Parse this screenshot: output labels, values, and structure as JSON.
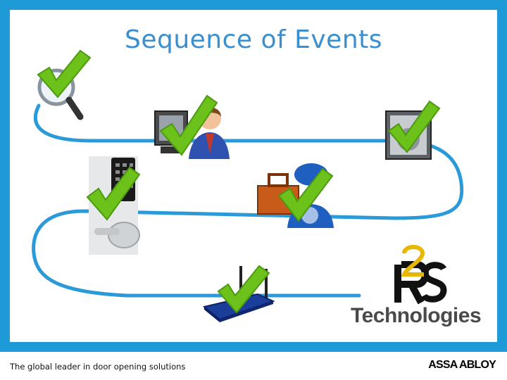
{
  "slide": {
    "title": "Sequence of Events"
  },
  "icons": [
    {
      "name": "magnifier-check-icon"
    },
    {
      "name": "computer-user-check-icon"
    },
    {
      "name": "monitor-check-icon"
    },
    {
      "name": "keypad-lock-check-icon"
    },
    {
      "name": "toolbox-technician-check-icon"
    },
    {
      "name": "wireless-router-check-icon"
    }
  ],
  "logo": {
    "mark": "R2S",
    "text": "Technologies"
  },
  "footer": {
    "tagline": "The global leader in door opening solutions",
    "brand": "ASSA ABLOY"
  },
  "colors": {
    "frame": "#1e9ad6",
    "path": "#2a9ad8",
    "check": "#6cc21a",
    "title": "#3a8fd0"
  }
}
